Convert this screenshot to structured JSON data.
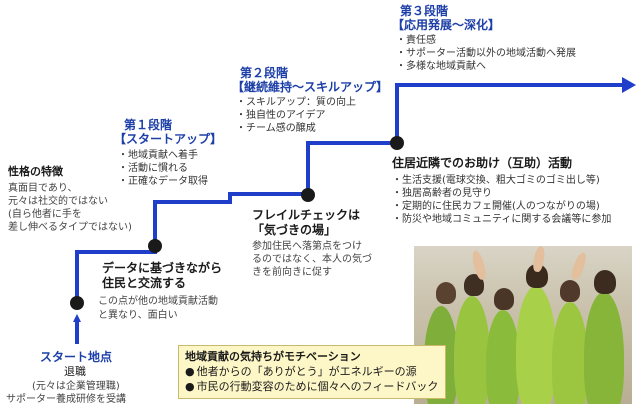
{
  "personality": {
    "title": "性格の特徴",
    "lines": [
      "真面目であり、",
      "元々は社交的ではない",
      "(自ら他者に手を",
      "差し伸べるタイプではない)"
    ]
  },
  "start": {
    "label": "スタート地点",
    "title": "退職",
    "lines": [
      "(元々は企業管理職)",
      "サポーター養成研修を受講"
    ]
  },
  "step_data": {
    "title_lines": [
      "データに基づきながら",
      "住民と交流する"
    ],
    "desc_lines": [
      "この点が他の地域貢献活動",
      "と異なり、面白い"
    ]
  },
  "stage1": {
    "title": "第１段階",
    "subtitle": "【スタートアップ】",
    "items": [
      "地域貢献へ着手",
      "活動に慣れる",
      "正確なデータ取得"
    ]
  },
  "step_frail": {
    "title_lines": [
      "フレイルチェックは",
      "「気づきの場」"
    ],
    "desc_lines": [
      "参加住民へ落第点をつけ",
      "るのではなく、本人の気づ",
      "きを前向きに促す"
    ]
  },
  "stage2": {
    "title": "第２段階",
    "subtitle": "【継続維持～スキルアップ】",
    "items": [
      "スキルアップ：質の向上",
      "独自性のアイデア",
      "チーム感の醸成"
    ]
  },
  "step_help": {
    "title": "住居近隣でのお助け（互助）活動",
    "items": [
      "生活支援(電球交換、粗大ゴミのゴミ出し等)",
      "独居高齢者の見守り",
      "定期的に住民カフェ開催(人のつながりの場)",
      "防災や地域コミュニティに関する会議等に参加"
    ]
  },
  "stage3": {
    "title": "第３段階",
    "subtitle": "【応用発展～深化】",
    "items": [
      "責任感",
      "サポーター活動以外の地域活動へ発展",
      "多様な地域貢献へ"
    ]
  },
  "motivation": {
    "title": "地域貢献の気持ちがモチベーション",
    "items": [
      "他者からの「ありがとう」がエネルギーの源",
      "市民の行動変容のために個々へのフィードバック"
    ]
  },
  "colors": {
    "accent": "#1d3fa8",
    "arrow": "#1f3ec9",
    "note_bg": "#fdf6c7"
  }
}
